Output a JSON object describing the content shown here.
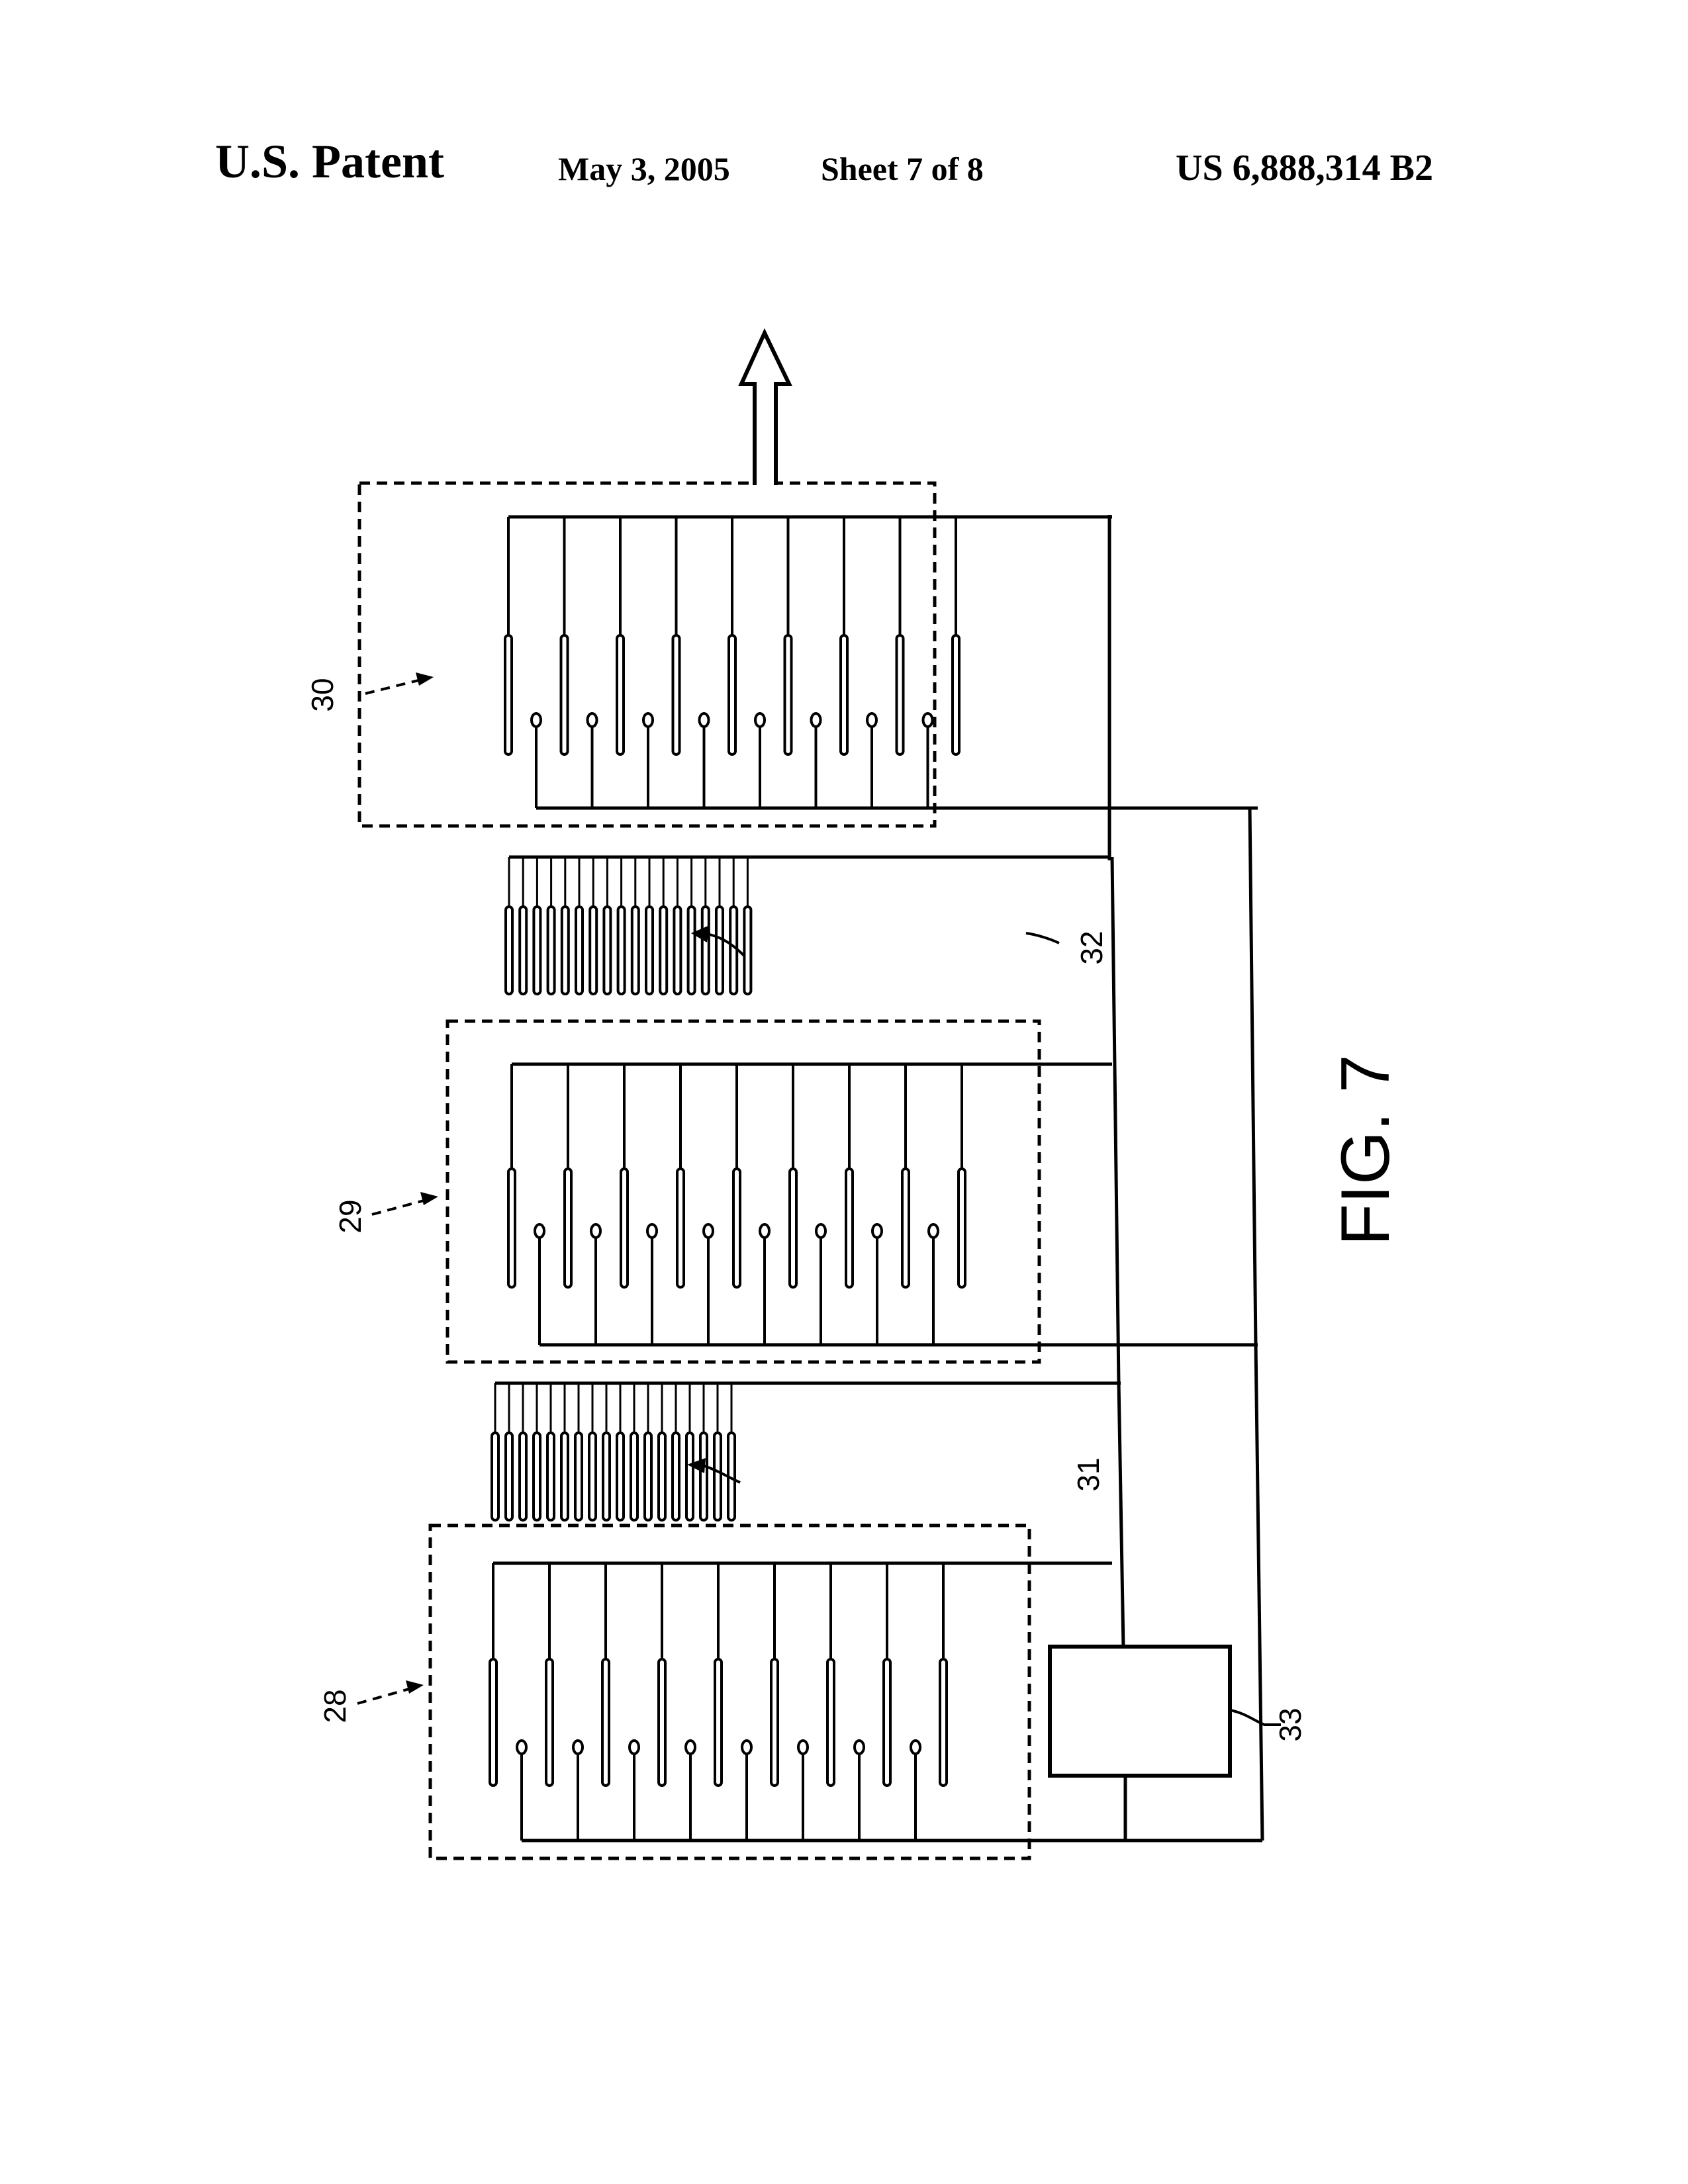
{
  "header": {
    "title": "U.S. Patent",
    "date": "May 3, 2005",
    "sheet": "Sheet 7 of 8",
    "patent_number": "US 6,888,314 B2"
  },
  "figure": {
    "label": "FIG. 7",
    "output_arrow_icon": "hollow-up-arrow",
    "electrode_groups": [
      {
        "ref": "30",
        "kind": "dashed-box-group",
        "long_electrodes": 9,
        "pin_electrodes": 8
      },
      {
        "ref": "32",
        "kind": "comb-array",
        "electrodes": 18
      },
      {
        "ref": "29",
        "kind": "dashed-box-group",
        "long_electrodes": 9,
        "pin_electrodes": 8
      },
      {
        "ref": "31",
        "kind": "comb-array",
        "electrodes": 18
      },
      {
        "ref": "28",
        "kind": "dashed-box-group",
        "long_electrodes": 9,
        "pin_electrodes": 8
      }
    ],
    "control_unit": {
      "ref": "33"
    }
  },
  "colors": {
    "ink": "#000000",
    "paper": "#ffffff"
  }
}
